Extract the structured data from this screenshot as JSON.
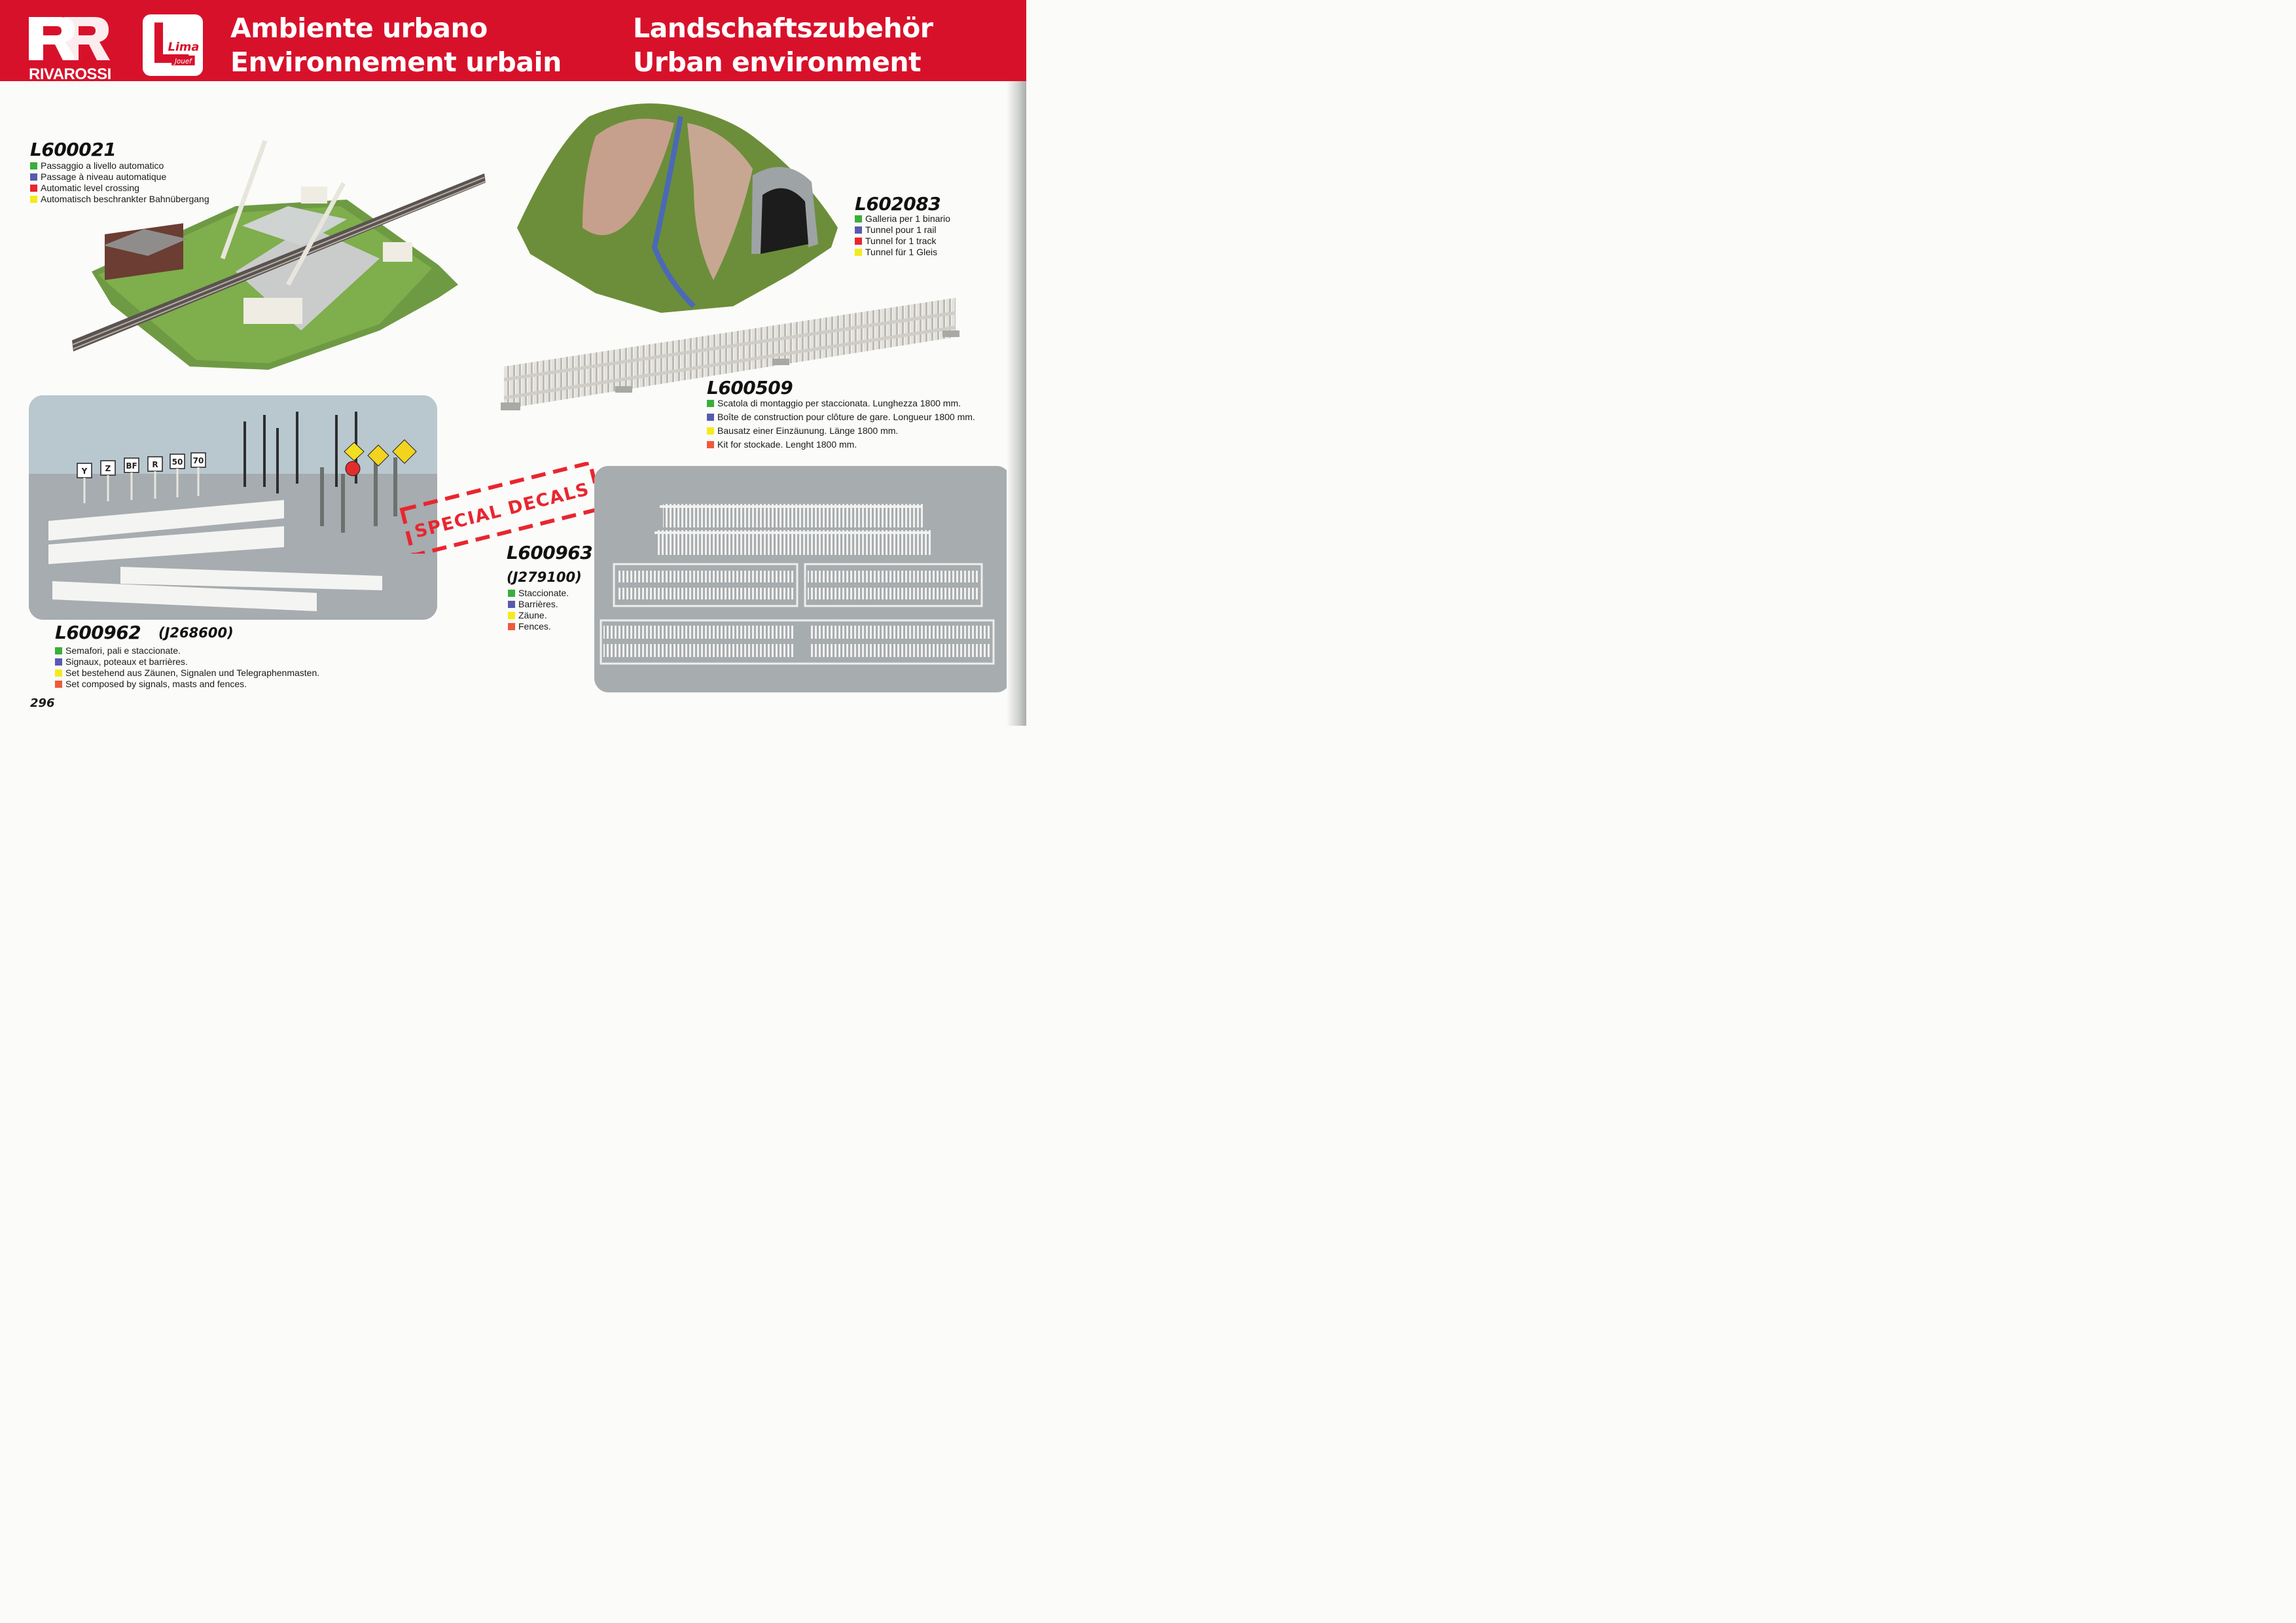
{
  "header": {
    "brand_rivarossi": "RIVAROSSI",
    "brand_lima": "Lima",
    "brand_jouef": "Jouef",
    "title_it": "Ambiente urbano",
    "title_fr": "Environnement urbain",
    "title_de": "Landschaftszubehör",
    "title_en": "Urban environment"
  },
  "colors": {
    "header_red": "#d8112b",
    "lang_it": "#3bae3b",
    "lang_fr": "#5a59b0",
    "lang_en": "#e8262f",
    "lang_de": "#f4ea1c",
    "lang_en_alt": "#ee5a3c"
  },
  "products": {
    "crossing": {
      "code": "L600021",
      "lines": [
        "Passaggio a livello automatico",
        "Passage à niveau automatique",
        "Automatic level crossing",
        "Automatisch beschrankter Bahnübergang"
      ]
    },
    "tunnel": {
      "code": "L602083",
      "lines": [
        "Galleria per 1 binario",
        "Tunnel pour 1 rail",
        "Tunnel for 1 track",
        "Tunnel für 1 Gleis"
      ]
    },
    "fence": {
      "code": "L600509",
      "lines": [
        "Scatola di montaggio per staccionata. Lunghezza 1800 mm.",
        "Boîte de construction pour clôture de gare. Longueur 1800 mm.",
        "Bausatz einer Einzäunung. Länge 1800 mm.",
        "Kit for stockade. Lenght 1800 mm."
      ]
    },
    "signals": {
      "code": "L600962",
      "ref": "(J268600)",
      "lines": [
        "Semafori, pali e staccionate.",
        "Signaux, poteaux et barrières.",
        "Set bestehend aus Zäunen, Signalen und Telegraphenmasten.",
        "Set composed by signals, masts and fences."
      ],
      "sign_labels": [
        "Y",
        "Z",
        "BF",
        "R",
        "50",
        "70"
      ]
    },
    "fences_set": {
      "code": "L600963",
      "ref": "(J279100)",
      "lines": [
        "Staccionate.",
        "Barrières.",
        "Zäune.",
        "Fences."
      ]
    }
  },
  "badge": "SPECIAL DECALS",
  "page_number": "296"
}
